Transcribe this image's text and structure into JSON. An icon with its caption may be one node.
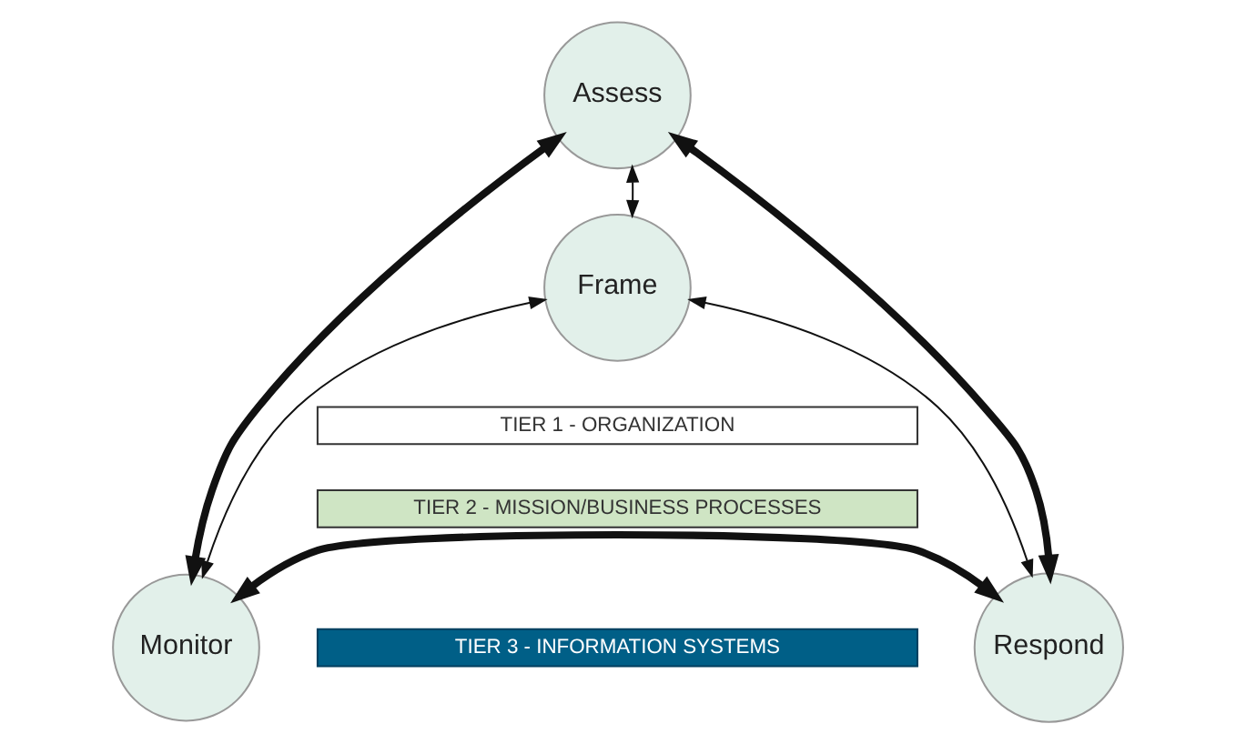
{
  "diagram": {
    "nodes": [
      {
        "text": [
          "Assess"
        ]
      },
      {
        "text": [
          "Frame"
        ]
      },
      {
        "text": [
          "Monitor"
        ]
      },
      {
        "text": [
          "Respond"
        ]
      },
      {
        "text": [
          "TIER 1 - ORGANIZATION"
        ]
      },
      {
        "text": [
          "TIER 2 - MISSION/BUSINESS PROCESSES"
        ]
      },
      {
        "text": [
          "TIER 3 - INFORMATION SYSTEMS"
        ]
      }
    ],
    "edges": [
      {
        "from": 1,
        "to": 0,
        "arrow": "both"
      },
      {
        "from": 1,
        "to": 2,
        "arrow": "both"
      },
      {
        "from": 1,
        "to": 3,
        "arrow": "both"
      },
      {
        "from": 2,
        "to": 0,
        "arrow": "both",
        "style": "thick"
      },
      {
        "from": 0,
        "to": 3,
        "arrow": "both",
        "style": "thick"
      },
      {
        "from": 2,
        "to": 3,
        "arrow": "both",
        "style": "thick"
      }
    ]
  }
}
